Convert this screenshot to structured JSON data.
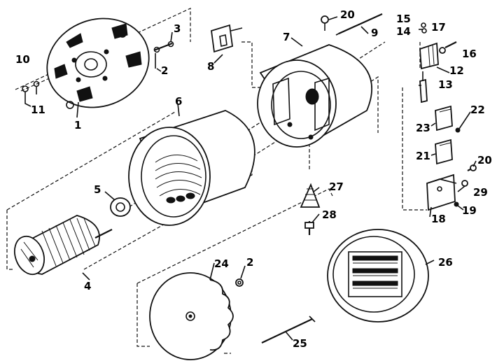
{
  "diagram": {
    "parts": [
      {
        "id": "p1",
        "number": "1"
      },
      {
        "id": "p2",
        "number": "2"
      },
      {
        "id": "p3",
        "number": "3"
      },
      {
        "id": "p4",
        "number": "4"
      },
      {
        "id": "p5",
        "number": "5"
      },
      {
        "id": "p6",
        "number": "6"
      },
      {
        "id": "p7",
        "number": "7"
      },
      {
        "id": "p8",
        "number": "8"
      },
      {
        "id": "p9",
        "number": "9"
      },
      {
        "id": "p10",
        "number": "10"
      },
      {
        "id": "p11",
        "number": "11"
      },
      {
        "id": "p12",
        "number": "12"
      },
      {
        "id": "p13",
        "number": "13"
      },
      {
        "id": "p14",
        "number": "14"
      },
      {
        "id": "p15",
        "number": "15"
      },
      {
        "id": "p16",
        "number": "16"
      },
      {
        "id": "p17",
        "number": "17"
      },
      {
        "id": "p18",
        "number": "18"
      },
      {
        "id": "p19",
        "number": "19"
      },
      {
        "id": "p20a",
        "number": "20"
      },
      {
        "id": "p20b",
        "number": "20"
      },
      {
        "id": "p21",
        "number": "21"
      },
      {
        "id": "p22",
        "number": "22"
      },
      {
        "id": "p23",
        "number": "23"
      },
      {
        "id": "p24",
        "number": "24"
      },
      {
        "id": "p2b",
        "number": "2"
      },
      {
        "id": "p25",
        "number": "25"
      },
      {
        "id": "p26",
        "number": "26"
      },
      {
        "id": "p27",
        "number": "27"
      },
      {
        "id": "p28",
        "number": "28"
      },
      {
        "id": "p29",
        "number": "29"
      }
    ]
  }
}
